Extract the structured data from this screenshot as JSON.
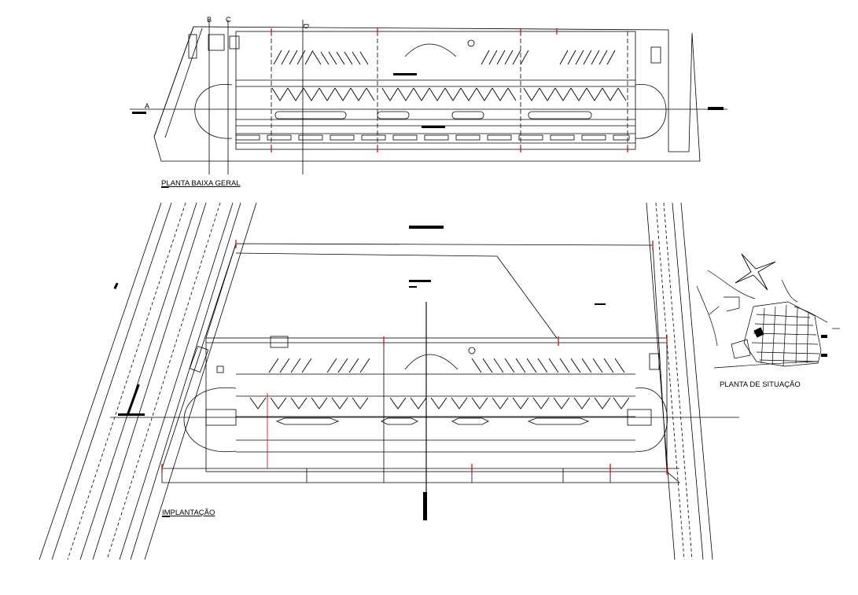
{
  "drawing": {
    "views": {
      "plan": {
        "title": "PLANTA BAIXA GERAL"
      },
      "site": {
        "title": "IMPLANTAÇÃO"
      },
      "situation": {
        "title": "PLANTA DE SITUAÇÃO"
      }
    },
    "section_marks": [
      "A",
      "B",
      "C",
      "D"
    ],
    "colors": {
      "ink": "#000000",
      "accent_red": "#d40000"
    }
  }
}
